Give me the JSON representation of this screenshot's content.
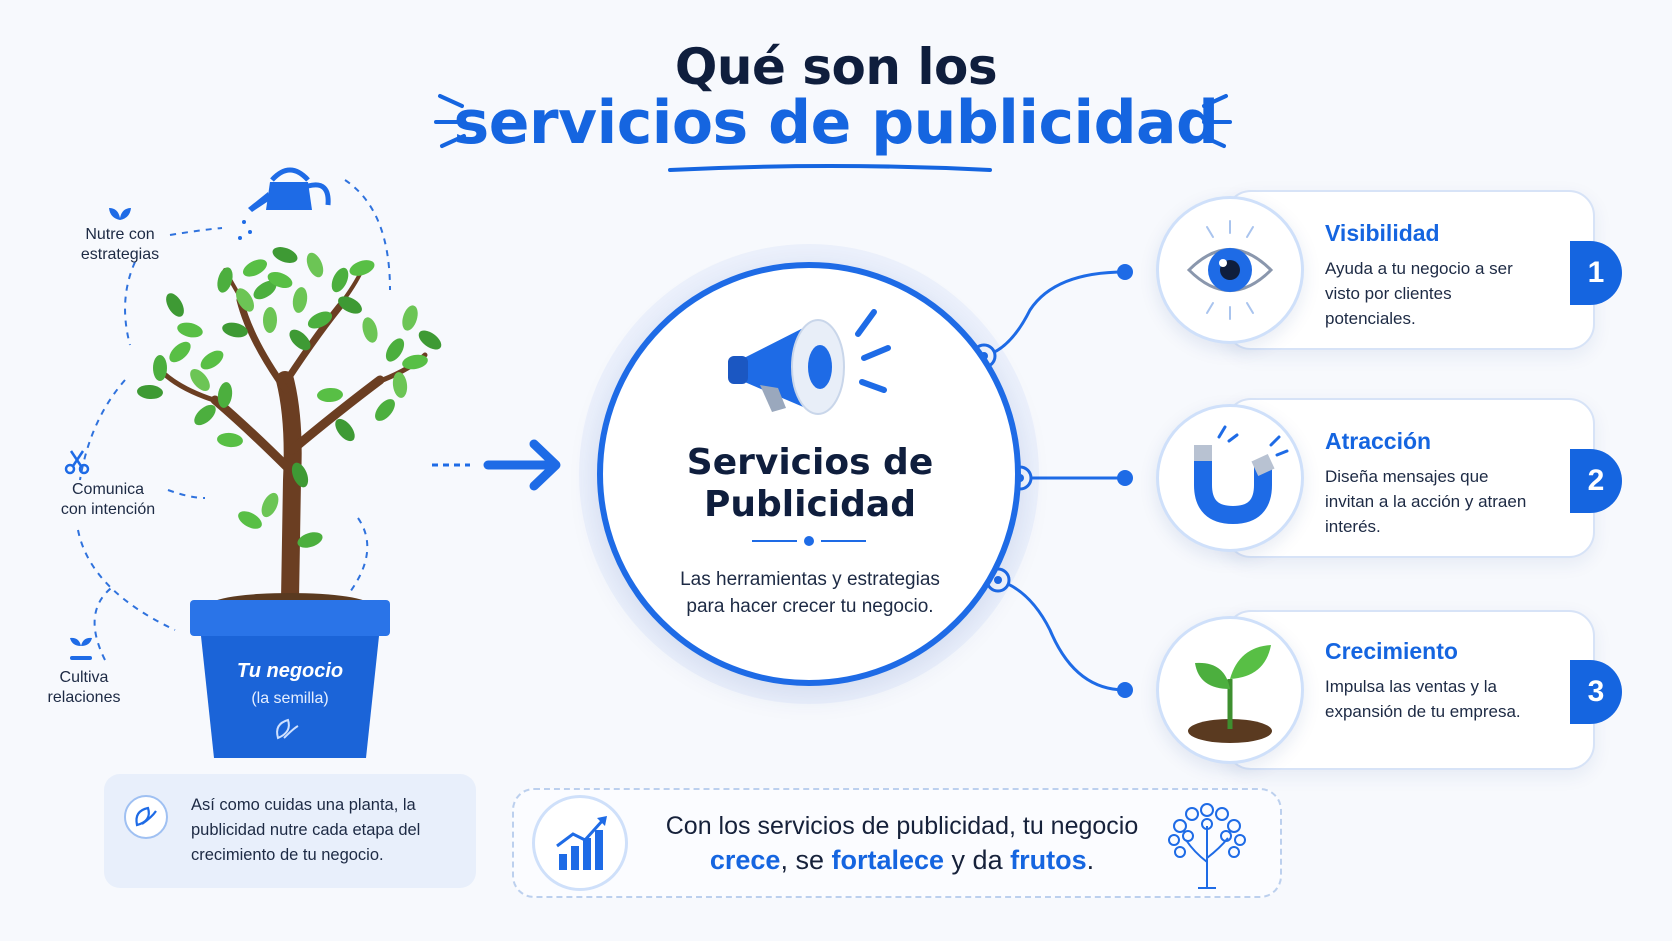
{
  "title": {
    "line1": "Qué son los",
    "line2": "servicios de publicidad"
  },
  "left": {
    "labels": [
      {
        "line1": "Nutre con",
        "line2": "estrategias"
      },
      {
        "line1": "Comunica",
        "line2": "con intención"
      },
      {
        "line1": "Cultiva",
        "line2": "relaciones"
      }
    ],
    "pot": {
      "title": "Tu negocio",
      "subtitle": "(la semilla)"
    },
    "note": "Así como cuidas una planta, la publicidad nutre cada etapa del crecimiento de tu negocio."
  },
  "center": {
    "title_line1": "Servicios de",
    "title_line2": "Publicidad",
    "description": "Las herramientas y estrategias para hacer crecer tu negocio."
  },
  "cards": [
    {
      "title": "Visibilidad",
      "description": "Ayuda a tu negocio a ser visto por clientes potenciales.",
      "number": "1",
      "icon": "eye-icon"
    },
    {
      "title": "Atracción",
      "description": "Diseña mensajes que invitan a la acción y atraen interés.",
      "number": "2",
      "icon": "magnet-icon"
    },
    {
      "title": "Crecimiento",
      "description": "Impulsa las ventas y la expansión de tu empresa.",
      "number": "3",
      "icon": "sprout-icon"
    }
  ],
  "bottom": {
    "line1": "Con los servicios de publicidad, tu negocio",
    "word1": "crece",
    "sep1": ", se ",
    "word2": "fortalece",
    "sep2": " y da ",
    "word3": "frutos",
    "end": "."
  },
  "colors": {
    "accent": "#1565e0",
    "dark": "#0f1e3d",
    "leaf": "#4caf3e"
  }
}
